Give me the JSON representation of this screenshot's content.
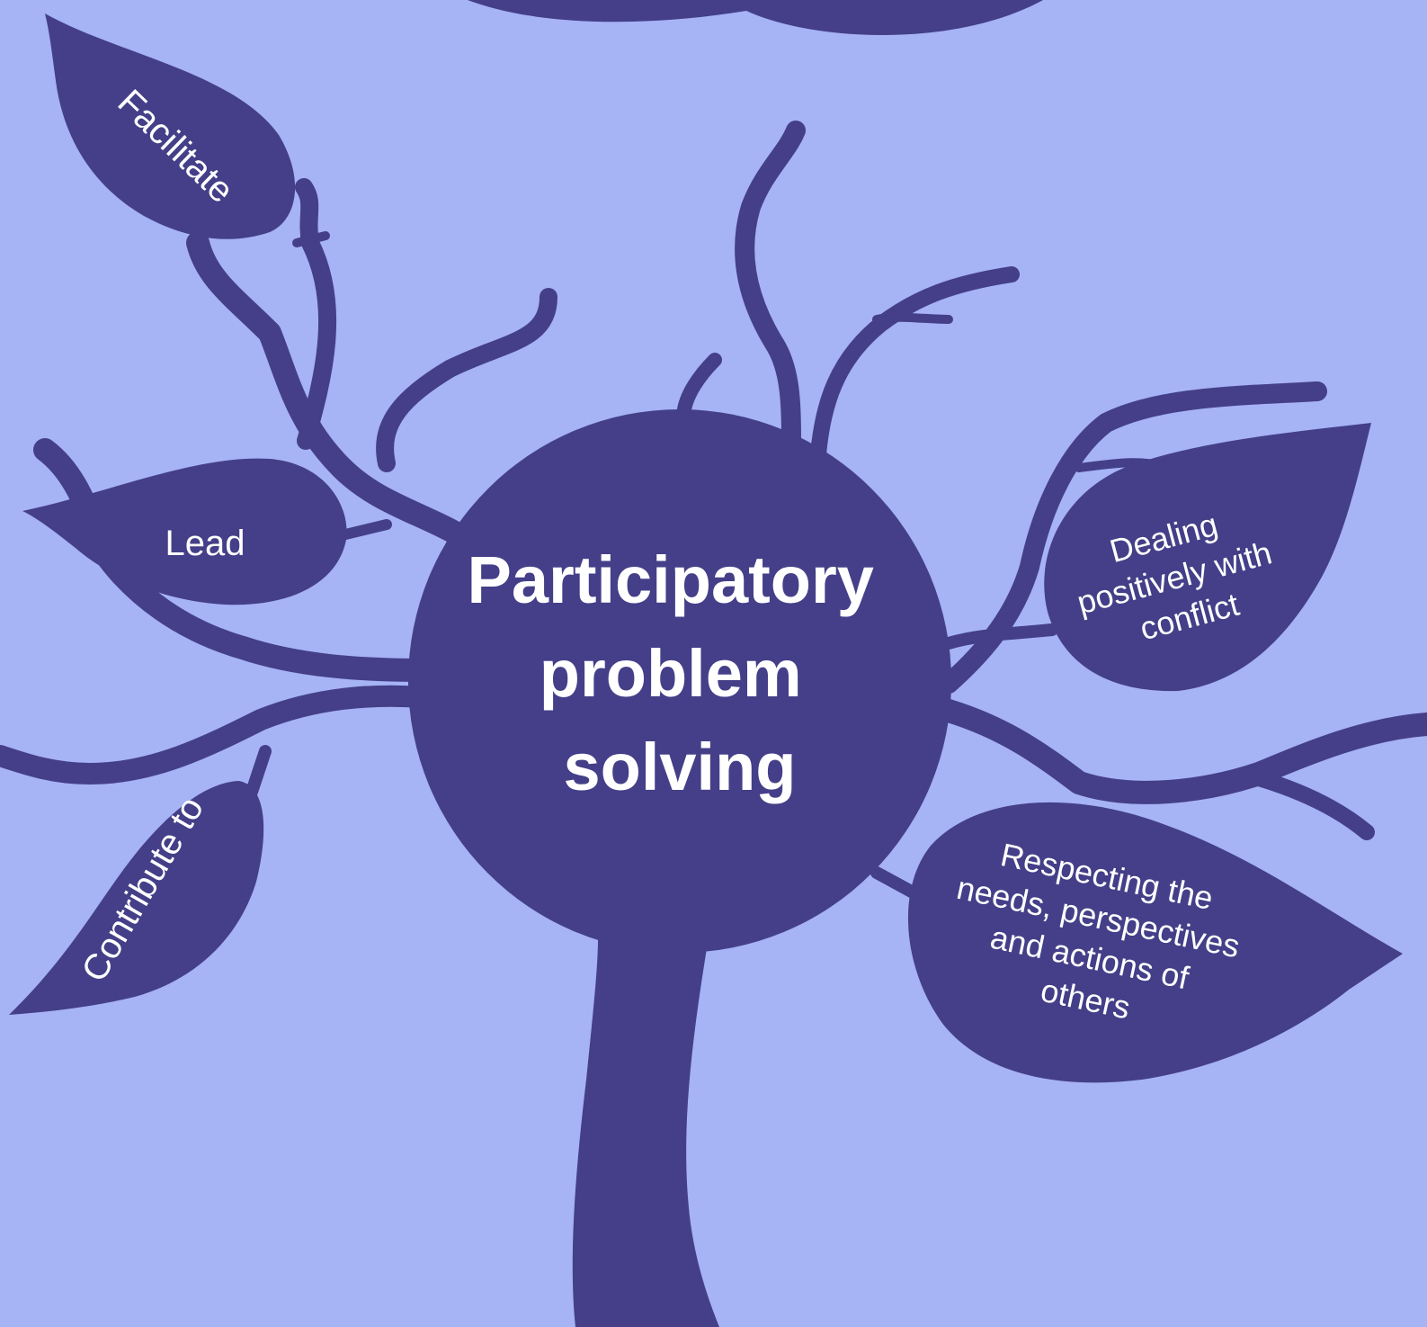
{
  "colors": {
    "background": "#a6b3f5",
    "tree": "#443f88",
    "text": "#ffffff"
  },
  "center": {
    "title_lines": [
      "Participatory",
      "problem",
      "solving"
    ]
  },
  "leaves": {
    "facilitate": "Facilitate",
    "lead": "Lead",
    "contribute": "Contribute to",
    "dealing": [
      "Dealing",
      "positively with",
      "conflict"
    ],
    "respecting": [
      "Respecting the",
      "needs, perspectives",
      "and actions of",
      "others"
    ]
  }
}
